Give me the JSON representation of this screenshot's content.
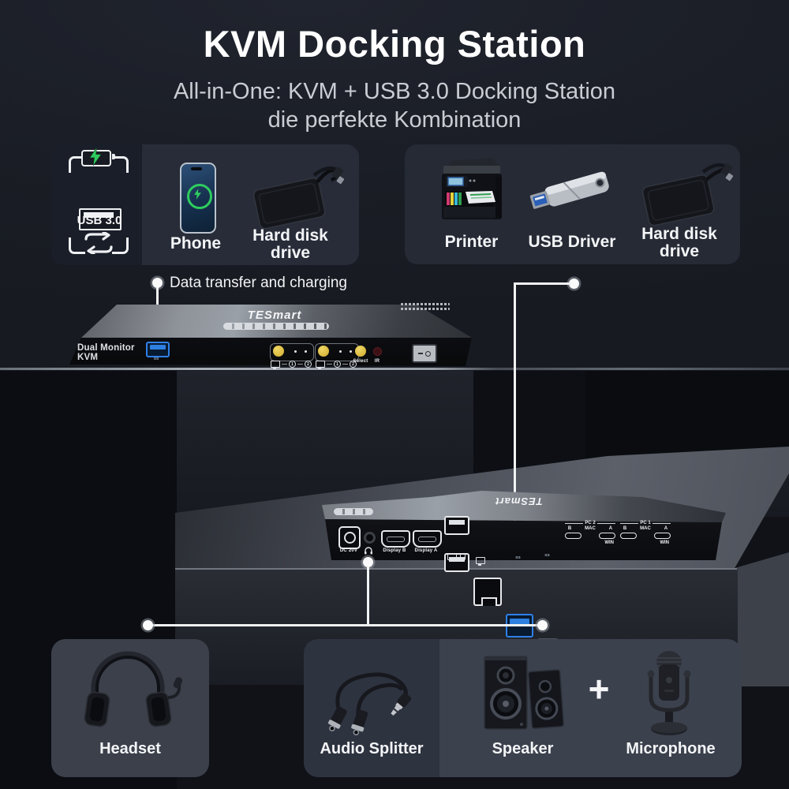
{
  "header": {
    "title": "KVM Docking Station",
    "subtitle_line1": "All-in-One: KVM + USB 3.0 Docking Station",
    "subtitle_line2": "die perfekte Kombination"
  },
  "top_left_panel": {
    "usb_port_label": "USB 3.0",
    "phone_label": "Phone",
    "hdd_label_line1": "Hard disk",
    "hdd_label_line2": "drive"
  },
  "top_right_panel": {
    "printer_label": "Printer",
    "usb_driver_label": "USB Driver",
    "hdd_label_line1": "Hard disk",
    "hdd_label_line2": "drive"
  },
  "callout": {
    "data_transfer_label": "Data transfer and charging"
  },
  "front_device": {
    "brand": "TESmart",
    "panel_label": "Dual Monitor KVM",
    "usb3_mark": "SS",
    "select_label": "Select",
    "ir_label": "IR",
    "port_group_1": "1",
    "port_group_2": "2"
  },
  "rear_device": {
    "brand": "TESmart",
    "dc_label": "DC 20V",
    "display_b_label": "Display B",
    "display_a_label": "Display A",
    "usb3_mark": "SS",
    "pc_groups": [
      {
        "name": "PC 2",
        "left": "B",
        "center": "MAC",
        "right": "A",
        "bottom": "WIN"
      },
      {
        "name": "PC 1",
        "left": "B",
        "center": "MAC",
        "right": "A",
        "bottom": "WIN"
      }
    ]
  },
  "bottom_left_panel": {
    "headset_label": "Headset"
  },
  "bottom_right_panel": {
    "audio_splitter_label": "Audio Splitter",
    "speaker_label": "Speaker",
    "plus_sign": "+",
    "microphone_label": "Microphone"
  },
  "colors": {
    "accent_blue": "#2f80e8",
    "charge_green": "#2ecc5e",
    "button_yellow": "#e6c84e"
  }
}
